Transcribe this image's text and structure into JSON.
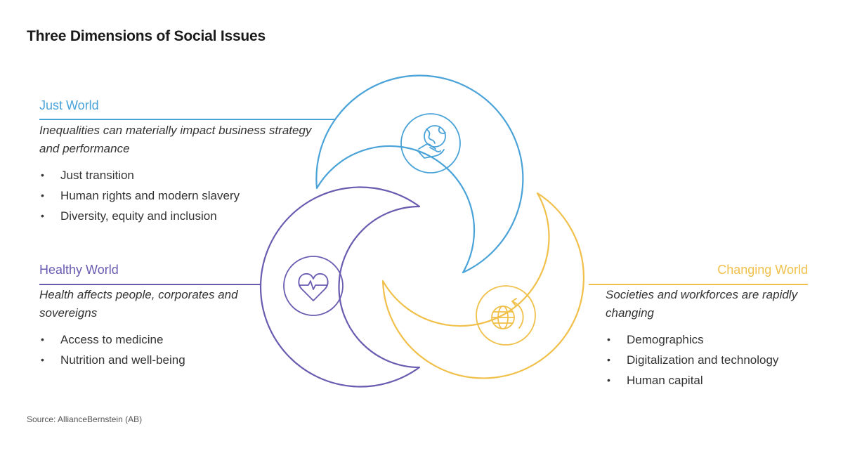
{
  "title": "Three Dimensions of Social Issues",
  "colors": {
    "just": "#4aa3d8",
    "healthy": "#6a5bb0",
    "changing": "#f0c04a"
  },
  "sections": {
    "just": {
      "title": "Just World",
      "description": "Inequalities can materially impact business strategy and performance",
      "items": [
        "Just transition",
        "Human rights and modern slavery",
        "Diversity, equity and inclusion"
      ],
      "icon": "globe-in-hand-icon"
    },
    "healthy": {
      "title": "Healthy World",
      "description": "Health affects people, corporates and sovereigns",
      "items": [
        "Access to medicine",
        "Nutrition and well-being"
      ],
      "icon": "heart-pulse-icon"
    },
    "changing": {
      "title": "Changing World",
      "description": "Societies and workforces are rapidly changing",
      "items": [
        "Demographics",
        "Digitalization and technology",
        "Human capital"
      ],
      "icon": "rotating-globe-icon"
    }
  },
  "source": "Source: AllianceBernstein (AB)"
}
